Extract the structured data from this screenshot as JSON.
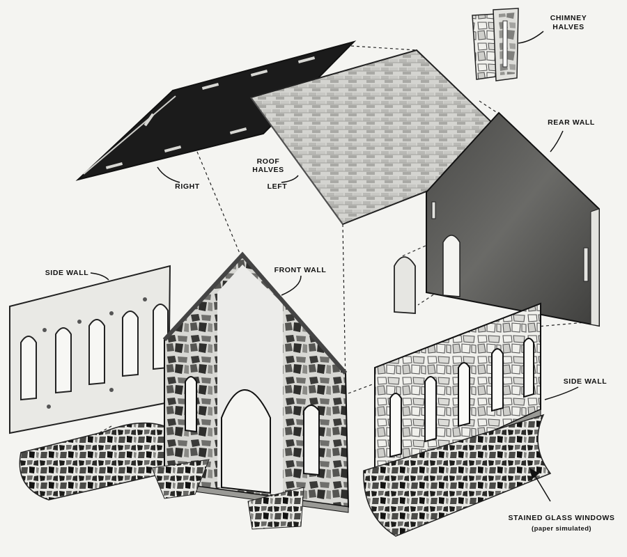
{
  "title": "",
  "colors": {
    "paper": "#f4f4f1",
    "ink": "#111111",
    "dark_roof": "#1b1b1b",
    "shingle": "#cfcfcb",
    "wall_light": "#e6e6e2",
    "rear_shade": "#5a5a58",
    "stone": "#3c3c3a"
  },
  "labels": {
    "chimney_1": "CHIMNEY",
    "chimney_2": "HALVES",
    "rear_wall": "REAR WALL",
    "roof_1": "ROOF",
    "roof_2": "HALVES",
    "right": "RIGHT",
    "left": "LEFT",
    "side_wall_left": "SIDE WALL",
    "front_wall": "FRONT WALL",
    "side_wall_right": "SIDE WALL",
    "stained_1": "STAINED GLASS WINDOWS",
    "stained_2": "(paper simulated)"
  }
}
